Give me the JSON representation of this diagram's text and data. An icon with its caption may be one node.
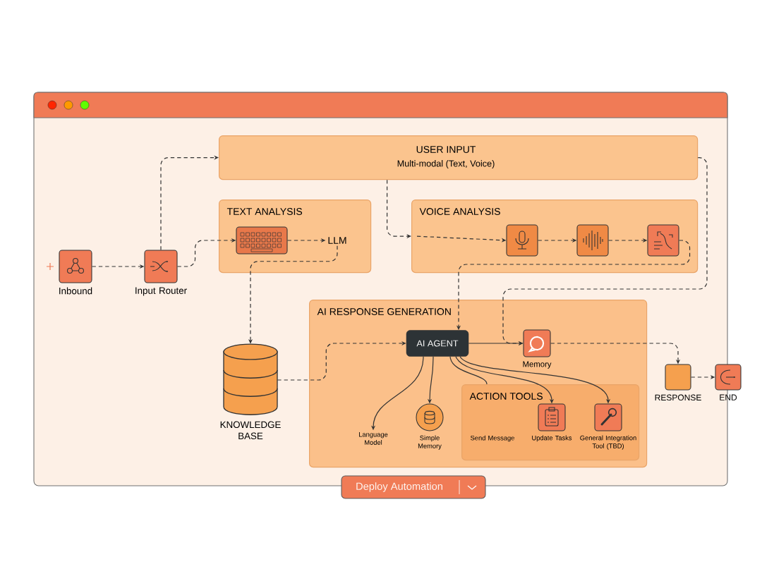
{
  "diagram": {
    "nodes": [
      {
        "text": [
          "USER INPUT",
          "Multi-modal (Text, Voice)"
        ]
      },
      {
        "text": [
          "TEXT ANALYSIS"
        ]
      },
      {
        "text": [],
        "shape": "keyboard",
        "in": 1
      },
      {
        "text": [
          "LLM"
        ],
        "in": 1
      },
      {
        "text": [
          "VOICE ANALYSIS"
        ]
      },
      {
        "text": [],
        "shape": "microphone",
        "in": 4
      },
      {
        "text": [],
        "shape": "waveform",
        "in": 4
      },
      {
        "text": [],
        "shape": "box",
        "in": 4
      },
      {
        "text": [
          "Inbound"
        ]
      },
      {
        "text": [
          "Input Router"
        ]
      },
      {
        "text": [
          "AI RESPONSE GENERATION"
        ]
      },
      {
        "text": [
          "KNOWLEDGE BASE"
        ]
      },
      {
        "text": [
          "AI AGENT"
        ],
        "in": 10
      },
      {
        "text": [
          "Memory"
        ],
        "in": 10
      },
      {
        "text": [
          "Language Model"
        ],
        "in": 10
      },
      {
        "text": [
          "Simple Memory"
        ],
        "in": 10
      },
      {
        "text": [
          "ACTION TOOLS"
        ],
        "in": 10
      },
      {
        "text": [
          "Send Message"
        ],
        "in": 16
      },
      {
        "text": [
          "Update Tasks"
        ],
        "in": 16
      },
      {
        "text": [
          "General Integration Tool (TBD)"
        ],
        "in": 16
      },
      {
        "text": [
          "RESPONSE"
        ]
      },
      {
        "text": [
          "END"
        ]
      }
    ],
    "edges": [
      {
        "from": 8,
        "to": 9,
        "arrow": "to",
        "style": "dashed"
      },
      {
        "from": 9,
        "to": 0,
        "arrow": "to",
        "style": "dashed"
      },
      {
        "from": 9,
        "to": 2,
        "arrow": "to",
        "style": "dashed"
      },
      {
        "from": 2,
        "to": 3,
        "arrow": "to",
        "style": "dashed"
      },
      {
        "from": 0,
        "to": 4,
        "arrow": "to",
        "style": "dashed"
      },
      {
        "from": 4,
        "to": 5,
        "arrow": "to",
        "style": "dashed"
      },
      {
        "from": 5,
        "to": 6,
        "arrow": "to",
        "style": "dashed"
      },
      {
        "from": 6,
        "to": 7,
        "arrow": "to",
        "style": "dashed"
      },
      {
        "from": 7,
        "to": 12,
        "arrow": "to",
        "style": "dashed"
      },
      {
        "from": 3,
        "to": 11,
        "arrow": "to",
        "style": "dashed"
      },
      {
        "from": 11,
        "to": 12,
        "arrow": "to",
        "style": "dashed"
      },
      {
        "from": 0,
        "to": 13,
        "arrow": "to",
        "style": "dashed"
      },
      {
        "from": 12,
        "to": 13,
        "arrow": "to"
      },
      {
        "from": 12,
        "to": 14,
        "arrow": "to"
      },
      {
        "from": 12,
        "to": 15,
        "arrow": "to"
      },
      {
        "from": 12,
        "to": 16,
        "arrow": "none"
      },
      {
        "from": 12,
        "to": 18,
        "arrow": "to"
      },
      {
        "from": 12,
        "to": 19,
        "arrow": "to"
      },
      {
        "from": 13,
        "to": 20,
        "arrow": "to",
        "style": "dashed"
      },
      {
        "from": 20,
        "to": 21,
        "arrow": "to",
        "style": "dashed"
      }
    ],
    "labels": [
      "Deploy Automation"
    ]
  }
}
